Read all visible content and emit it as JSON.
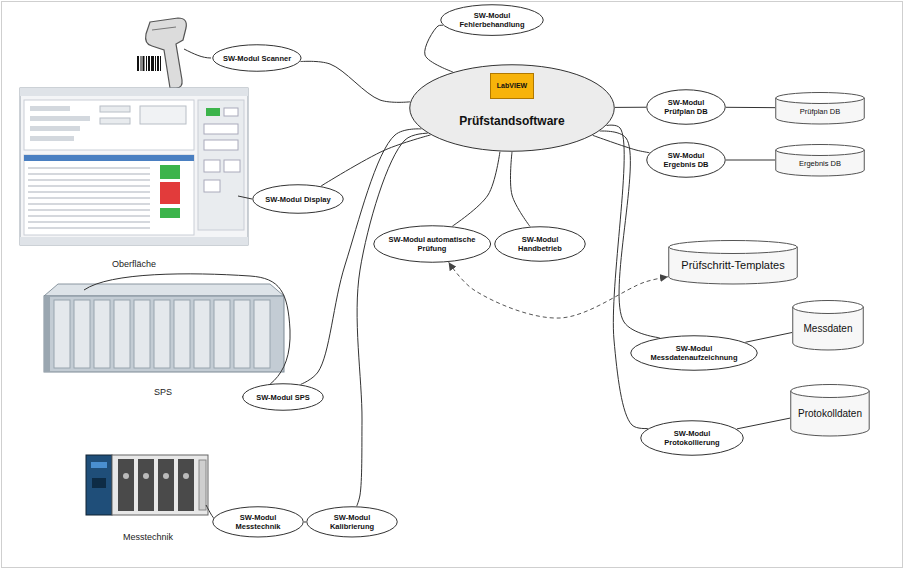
{
  "diagram": {
    "nodes": [
      {
        "text": [
          "SW-Modul Fehlerbehandlung"
        ]
      },
      {
        "text": [
          "SW-Modul Scanner"
        ]
      },
      {
        "text": [
          "Prüfstandsoftware"
        ]
      },
      {
        "text": [
          "LabVIEW"
        ],
        "in": 2
      },
      {
        "text": [
          "SW-Modul Prüfplan DB"
        ]
      },
      {
        "text": [
          "Prüfplan DB"
        ]
      },
      {
        "text": [
          "SW-Modul Ergebnis DB"
        ]
      },
      {
        "text": [
          "Ergebnis DB"
        ]
      },
      {
        "text": [
          "SW-Modul Display"
        ]
      },
      {
        "text": [
          "SW-Modul automatische Prüfung"
        ]
      },
      {
        "text": [
          "SW-Modul Handbetrieb"
        ]
      },
      {
        "text": [
          "Prüfschritt-Templates"
        ]
      },
      {
        "text": [
          "Messdaten"
        ]
      },
      {
        "text": [
          "SW-Modul Messdatenaufzeichnung"
        ]
      },
      {
        "text": [
          "SW-Modul SPS"
        ]
      },
      {
        "text": [
          "Protokolldaten"
        ]
      },
      {
        "text": [
          "SW-Modul Protokollierung"
        ]
      },
      {
        "text": [
          "SW-Modul Messtechnik"
        ]
      },
      {
        "text": [
          "SW-Modul Kalibrierung"
        ]
      }
    ],
    "edges": [
      {
        "from": 2,
        "to": 1,
        "arrow": "none"
      },
      {
        "from": 2,
        "to": 0,
        "arrow": "none"
      },
      {
        "from": 2,
        "to": 8,
        "arrow": "none"
      },
      {
        "from": 2,
        "to": 9,
        "arrow": "none"
      },
      {
        "from": 2,
        "to": 10,
        "arrow": "none"
      },
      {
        "from": 2,
        "to": 4,
        "arrow": "none"
      },
      {
        "from": 2,
        "to": 6,
        "arrow": "none"
      },
      {
        "from": 2,
        "to": 13,
        "arrow": "none"
      },
      {
        "from": 2,
        "to": 16,
        "arrow": "none"
      },
      {
        "from": 2,
        "to": 14,
        "arrow": "none"
      },
      {
        "from": 2,
        "to": 18,
        "arrow": "none"
      },
      {
        "from": 18,
        "to": 17,
        "arrow": "none"
      },
      {
        "from": 4,
        "to": 5,
        "arrow": "none"
      },
      {
        "from": 6,
        "to": 7,
        "arrow": "none"
      },
      {
        "from": 13,
        "to": 12,
        "arrow": "none"
      },
      {
        "from": 16,
        "to": 15,
        "arrow": "none"
      },
      {
        "from": 9,
        "to": 11,
        "arrow": "both"
      }
    ],
    "labels": [
      "Oberfläche",
      "SPS",
      "Messtechnik"
    ]
  }
}
